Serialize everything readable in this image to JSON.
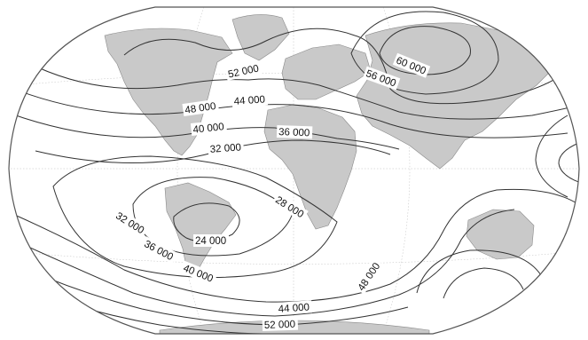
{
  "map": {
    "contour_labels": [
      {
        "id": "60000",
        "text": "60 000"
      },
      {
        "id": "56000",
        "text": "56 000"
      },
      {
        "id": "52000-north",
        "text": "52 000"
      },
      {
        "id": "48000-north",
        "text": "48 000"
      },
      {
        "id": "44000-north",
        "text": "44 000"
      },
      {
        "id": "40000-north",
        "text": "40 000"
      },
      {
        "id": "36000-north",
        "text": "36 000"
      },
      {
        "id": "32000-north",
        "text": "32 000"
      },
      {
        "id": "28000",
        "text": "28 000"
      },
      {
        "id": "24000",
        "text": "24 000"
      },
      {
        "id": "32000-south",
        "text": "32 000"
      },
      {
        "id": "36000-south",
        "text": "36 000"
      },
      {
        "id": "40000-south",
        "text": "40 000"
      },
      {
        "id": "44000-south",
        "text": "44 000"
      },
      {
        "id": "48000-south",
        "text": "48 000"
      },
      {
        "id": "52000-south",
        "text": "52 000"
      }
    ],
    "colors": {
      "land": "#c9c9c9",
      "contour": "#333333",
      "background": "#ffffff"
    }
  }
}
